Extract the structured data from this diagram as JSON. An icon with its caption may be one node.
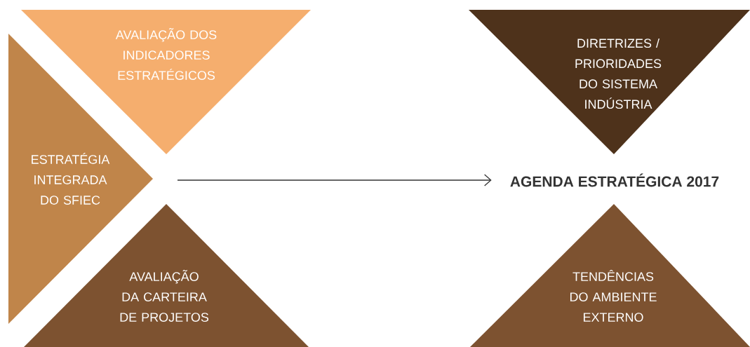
{
  "diagram": {
    "nodes": [
      {
        "text": [
          "AVALIAÇÃO DOS INDICADORES ESTRATÉGICOS"
        ]
      },
      {
        "text": [
          "ESTRATÉGIA INTEGRADA DO SFIEC"
        ]
      },
      {
        "text": [
          "AVALIAÇÃO DA CARTEIRA DE PROJETOS"
        ]
      },
      {
        "text": [
          "DIRETRIZES / PRIORIDADES DO SISTEMA INDÚSTRIA"
        ]
      },
      {
        "text": [
          "AGENDA ESTRATÉGICA 2017"
        ]
      },
      {
        "text": [
          "TENDÊNCIAS DO AMBIENTE EXTERNO"
        ]
      }
    ],
    "edges": [
      {
        "from": null,
        "to": 4,
        "arrow": "to"
      }
    ]
  }
}
